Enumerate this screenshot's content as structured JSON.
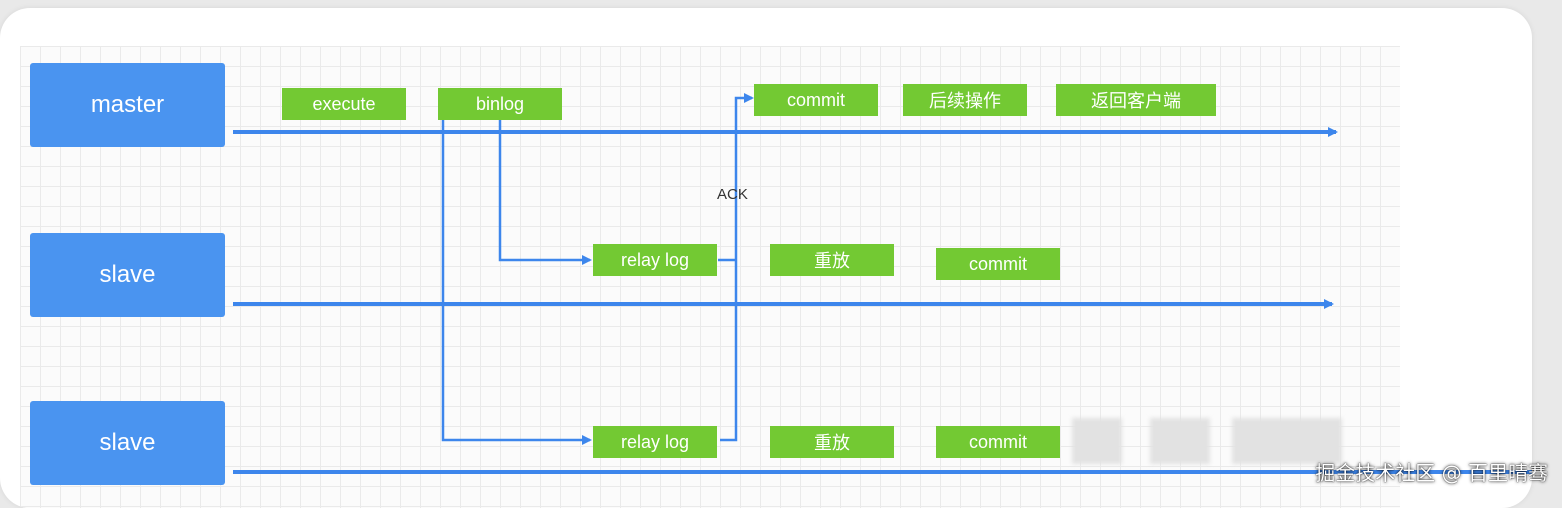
{
  "nodes": {
    "master": "master",
    "slave1": "slave",
    "slave2": "slave"
  },
  "master_steps": {
    "execute": "execute",
    "binlog": "binlog",
    "commit": "commit",
    "followup": "后续操作",
    "return_client": "返回客户端"
  },
  "slave1_steps": {
    "relay_log": "relay log",
    "replay": "重放",
    "commit": "commit"
  },
  "slave2_steps": {
    "relay_log": "relay log",
    "replay": "重放",
    "commit": "commit"
  },
  "ack_label": "ACK",
  "watermark": "掘金技术社区 @ 百里晴骞",
  "colors": {
    "node": "#4a94f0",
    "step": "#73c933",
    "arrow": "#3d86ec"
  }
}
